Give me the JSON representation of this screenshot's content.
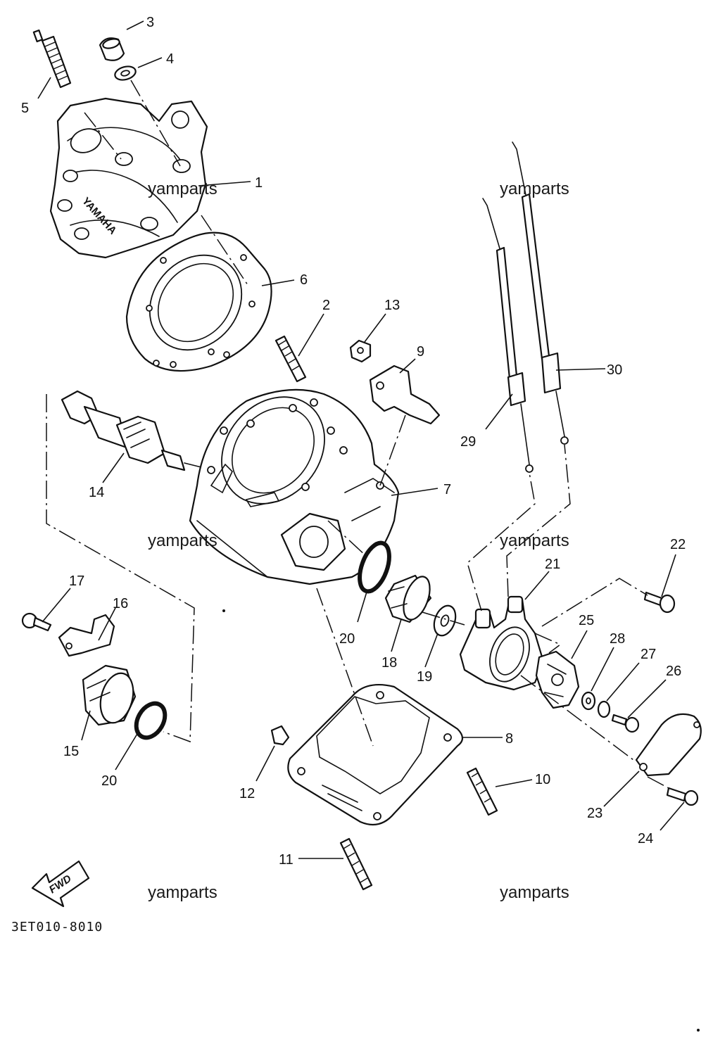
{
  "diagram": {
    "part_code": "3ET010-8010",
    "fwd_label": "FWD",
    "head_emboss": "YAMAHA",
    "watermarks": [
      "yamparts",
      "yamparts",
      "yamparts",
      "yamparts",
      "yamparts",
      "yamparts"
    ],
    "callouts": [
      "1",
      "2",
      "3",
      "4",
      "5",
      "6",
      "7",
      "8",
      "9",
      "10",
      "11",
      "12",
      "13",
      "14",
      "15",
      "16",
      "17",
      "18",
      "19",
      "20",
      "20",
      "21",
      "22",
      "23",
      "24",
      "25",
      "26",
      "27",
      "28",
      "29",
      "30"
    ]
  }
}
